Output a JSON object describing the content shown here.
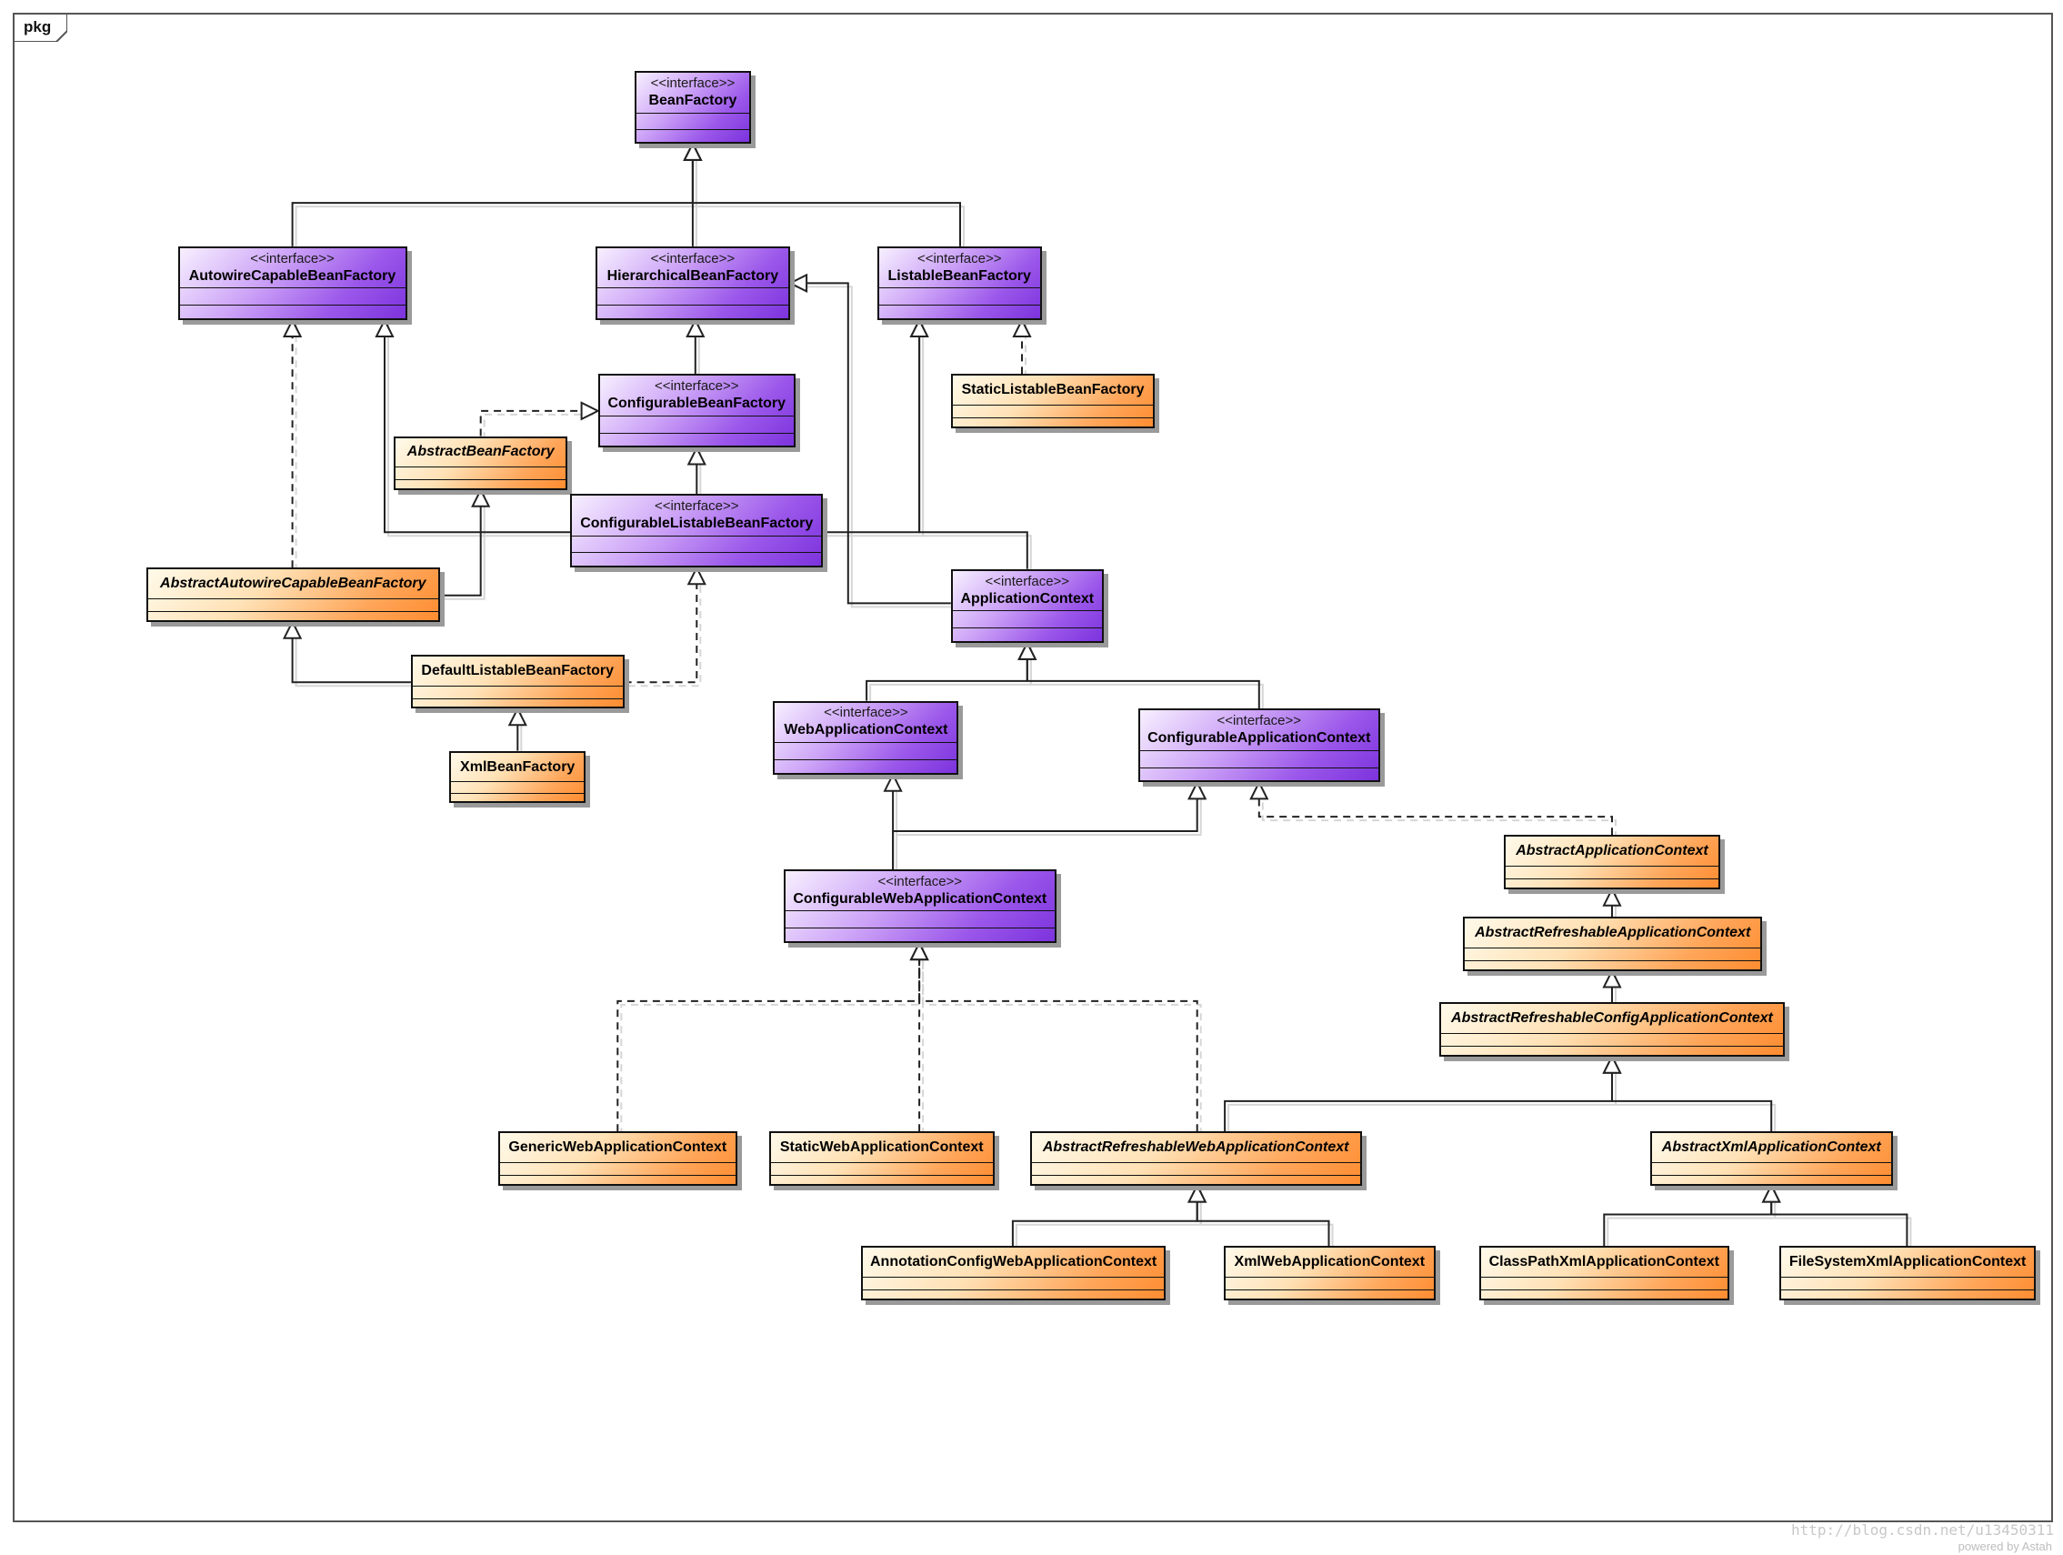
{
  "package": {
    "label": "pkg"
  },
  "stereotype": "<<interface>>",
  "nodes": [
    {
      "id": "bf",
      "name": "BeanFactory",
      "kind": "interface",
      "abstract": false
    },
    {
      "id": "acbf",
      "name": "AutowireCapableBeanFactory",
      "kind": "interface",
      "abstract": false
    },
    {
      "id": "hbf",
      "name": "HierarchicalBeanFactory",
      "kind": "interface",
      "abstract": false
    },
    {
      "id": "lbf",
      "name": "ListableBeanFactory",
      "kind": "interface",
      "abstract": false
    },
    {
      "id": "slbf",
      "name": "StaticListableBeanFactory",
      "kind": "class",
      "abstract": false
    },
    {
      "id": "cbf",
      "name": "ConfigurableBeanFactory",
      "kind": "interface",
      "abstract": false
    },
    {
      "id": "abf",
      "name": "AbstractBeanFactory",
      "kind": "class",
      "abstract": true
    },
    {
      "id": "clbf",
      "name": "ConfigurableListableBeanFactory",
      "kind": "interface",
      "abstract": false
    },
    {
      "id": "aacbf",
      "name": "AbstractAutowireCapableBeanFactory",
      "kind": "class",
      "abstract": true
    },
    {
      "id": "ac",
      "name": "ApplicationContext",
      "kind": "interface",
      "abstract": false
    },
    {
      "id": "dlbf",
      "name": "DefaultListableBeanFactory",
      "kind": "class",
      "abstract": false
    },
    {
      "id": "xbf",
      "name": "XmlBeanFactory",
      "kind": "class",
      "abstract": false
    },
    {
      "id": "wac",
      "name": "WebApplicationContext",
      "kind": "interface",
      "abstract": false
    },
    {
      "id": "cac",
      "name": "ConfigurableApplicationContext",
      "kind": "interface",
      "abstract": false
    },
    {
      "id": "aac",
      "name": "AbstractApplicationContext",
      "kind": "class",
      "abstract": true
    },
    {
      "id": "cwac",
      "name": "ConfigurableWebApplicationContext",
      "kind": "interface",
      "abstract": false
    },
    {
      "id": "arac",
      "name": "AbstractRefreshableApplicationContext",
      "kind": "class",
      "abstract": true
    },
    {
      "id": "arcac",
      "name": "AbstractRefreshableConfigApplicationContext",
      "kind": "class",
      "abstract": true
    },
    {
      "id": "gwac",
      "name": "GenericWebApplicationContext",
      "kind": "class",
      "abstract": false
    },
    {
      "id": "swac",
      "name": "StaticWebApplicationContext",
      "kind": "class",
      "abstract": false
    },
    {
      "id": "arwac",
      "name": "AbstractRefreshableWebApplicationContext",
      "kind": "class",
      "abstract": true
    },
    {
      "id": "axac",
      "name": "AbstractXmlApplicationContext",
      "kind": "class",
      "abstract": true
    },
    {
      "id": "acwac",
      "name": "AnnotationConfigWebApplicationContext",
      "kind": "class",
      "abstract": false
    },
    {
      "id": "xwac",
      "name": "XmlWebApplicationContext",
      "kind": "class",
      "abstract": false
    },
    {
      "id": "cpxac",
      "name": "ClassPathXmlApplicationContext",
      "kind": "class",
      "abstract": false
    },
    {
      "id": "fsxac",
      "name": "FileSystemXmlApplicationContext",
      "kind": "class",
      "abstract": false
    }
  ],
  "edges": [
    {
      "from": "acbf",
      "to": "bf",
      "type": "generalization"
    },
    {
      "from": "hbf",
      "to": "bf",
      "type": "generalization"
    },
    {
      "from": "lbf",
      "to": "bf",
      "type": "generalization"
    },
    {
      "from": "slbf",
      "to": "lbf",
      "type": "realization"
    },
    {
      "from": "cbf",
      "to": "hbf",
      "type": "generalization"
    },
    {
      "from": "abf",
      "to": "cbf",
      "type": "realization"
    },
    {
      "from": "clbf",
      "to": "cbf",
      "type": "generalization"
    },
    {
      "from": "clbf",
      "to": "acbf",
      "type": "generalization"
    },
    {
      "from": "clbf",
      "to": "lbf",
      "type": "generalization"
    },
    {
      "from": "aacbf",
      "to": "abf",
      "type": "generalization"
    },
    {
      "from": "aacbf",
      "to": "acbf",
      "type": "realization"
    },
    {
      "from": "dlbf",
      "to": "aacbf",
      "type": "generalization"
    },
    {
      "from": "dlbf",
      "to": "clbf",
      "type": "realization"
    },
    {
      "from": "xbf",
      "to": "dlbf",
      "type": "generalization"
    },
    {
      "from": "ac",
      "to": "hbf",
      "type": "generalization"
    },
    {
      "from": "ac",
      "to": "lbf",
      "type": "generalization"
    },
    {
      "from": "wac",
      "to": "ac",
      "type": "generalization"
    },
    {
      "from": "cac",
      "to": "ac",
      "type": "generalization"
    },
    {
      "from": "cwac",
      "to": "wac",
      "type": "generalization"
    },
    {
      "from": "cwac",
      "to": "cac",
      "type": "generalization"
    },
    {
      "from": "aac",
      "to": "cac",
      "type": "realization"
    },
    {
      "from": "arac",
      "to": "aac",
      "type": "generalization"
    },
    {
      "from": "arcac",
      "to": "arac",
      "type": "generalization"
    },
    {
      "from": "gwac",
      "to": "cwac",
      "type": "realization"
    },
    {
      "from": "swac",
      "to": "cwac",
      "type": "realization"
    },
    {
      "from": "arwac",
      "to": "cwac",
      "type": "realization"
    },
    {
      "from": "arwac",
      "to": "arcac",
      "type": "generalization"
    },
    {
      "from": "axac",
      "to": "arcac",
      "type": "generalization"
    },
    {
      "from": "acwac",
      "to": "arwac",
      "type": "generalization"
    },
    {
      "from": "xwac",
      "to": "arwac",
      "type": "generalization"
    },
    {
      "from": "cpxac",
      "to": "axac",
      "type": "generalization"
    },
    {
      "from": "fsxac",
      "to": "axac",
      "type": "generalization"
    }
  ],
  "watermark": "http://blog.csdn.net/u13450311",
  "powered_by": "powered by Astah"
}
